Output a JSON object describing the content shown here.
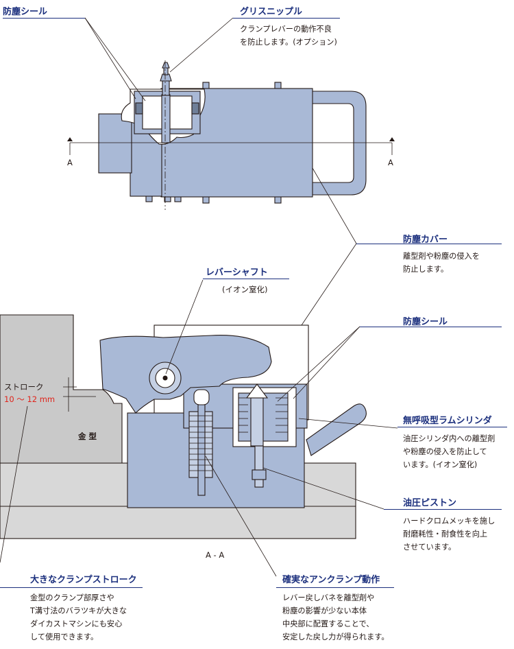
{
  "labels": {
    "dust_seal_top": "防塵シール",
    "grease_nipple": "グリスニップル",
    "grease_nipple_desc": "クランプレバーの動作不良\nを防止します。(オプション)",
    "dust_cover": "防塵カバー",
    "dust_cover_desc": "離型剤や粉塵の侵入を\n防止します。",
    "lever_shaft": "レバーシャフト",
    "lever_shaft_sub": "(イオン窒化)",
    "dust_seal_right": "防塵シール",
    "ram_cylinder": "無呼吸型ラムシリンダ",
    "ram_cylinder_desc": "油圧シリンダ内への離型剤\nや粉塵の侵入を防止して\nいます。(イオン窒化)",
    "hyd_piston": "油圧ピストン",
    "hyd_piston_desc": "ハードクロムメッキを施し\n耐磨耗性・耐食性を向上\nさせています。",
    "stroke_label": "ストローク",
    "stroke_value": "10 ～ 12 mm",
    "mold_label": "金 型",
    "section_marker_left": "A",
    "section_marker_right": "A",
    "section_title": "A - A",
    "big_stroke": "大きなクランプストローク",
    "big_stroke_desc": "金型のクランプ部厚さや\nT溝寸法のバラツキが大きな\nダイカストマシンにも安心\nして使用できます。",
    "unclamp": "確実なアンクランプ動作",
    "unclamp_desc": "レバー戻しバネを離型剤や\n粉塵の影響が少ない本体\n中央部に配置することで、\n安定した戻し力が得られます。"
  },
  "colors": {
    "body_fill": "#a9b9d6",
    "outline": "#231815",
    "title_blue": "#1b2f7d",
    "mold_gray": "#c9c9c9",
    "stroke_red": "#e0241b"
  }
}
